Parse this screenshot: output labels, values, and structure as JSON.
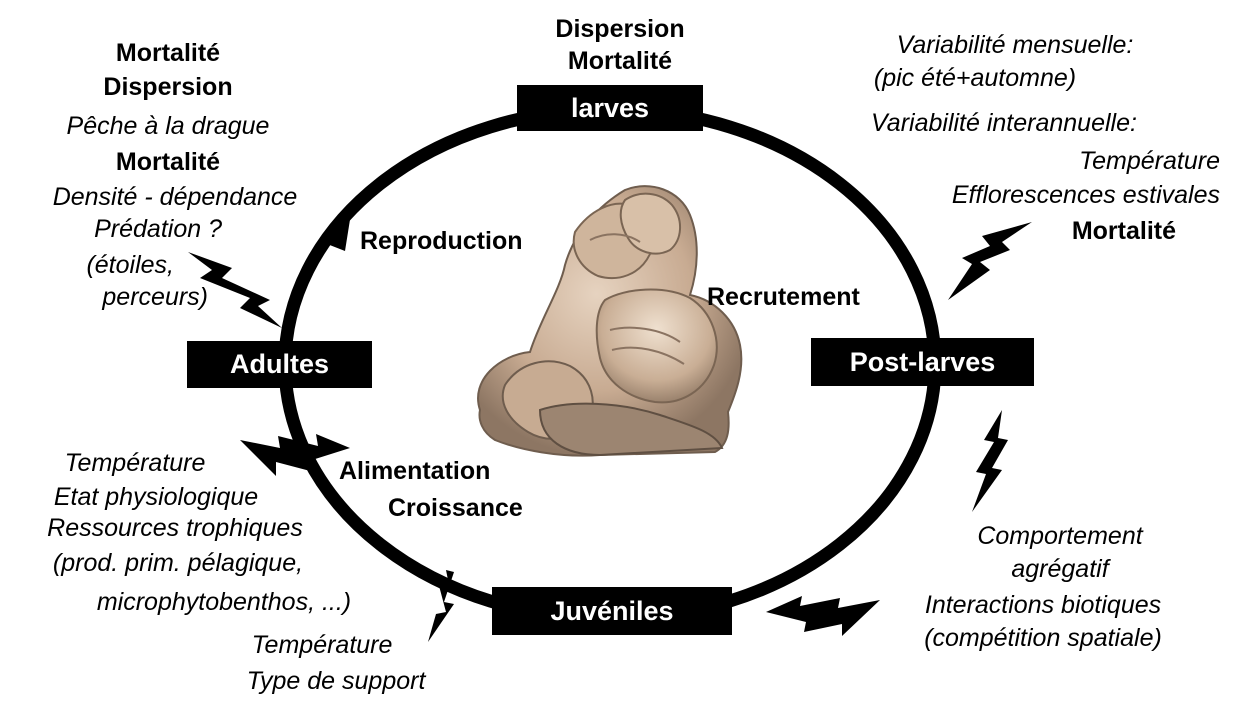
{
  "stages": {
    "larves": "larves",
    "post_larves": "Post-larves",
    "juveniles": "Juvéniles",
    "adultes": "Adultes"
  },
  "processes": {
    "reproduction": "Reproduction",
    "recrutement": "Recrutement",
    "alimentation": "Alimentation",
    "croissance": "Croissance"
  },
  "top_center": [
    "Dispersion",
    "Mortalité"
  ],
  "top_left": {
    "line1": "Mortalité",
    "line2": "Dispersion",
    "line3": "Pêche à la drague",
    "line4": "Mortalité",
    "line5": "Densité - dépendance",
    "line6": "Prédation ?",
    "line7": "(étoiles,",
    "line8": "perceurs)"
  },
  "top_right": {
    "line1": "Variabilité mensuelle:",
    "line2": "(pic été+automne)",
    "line3": "Variabilité interannuelle:",
    "line4": "Température",
    "line5": "Efflorescences estivales",
    "line6": "Mortalité"
  },
  "bottom_left": {
    "line1": "Température",
    "line2": "Etat physiologique",
    "line3": "Ressources trophiques",
    "line4": "(prod. prim. pélagique,",
    "line5": "microphytobenthos, ...)"
  },
  "bottom_center": {
    "line1": "Température",
    "line2": "Type de support"
  },
  "bottom_right": {
    "line1": "Comportement",
    "line2": "agrégatif",
    "line3": "Interactions biotiques",
    "line4": "(compétition spatiale)"
  },
  "colors": {
    "shell_light": "#d9c3ad",
    "shell_mid": "#b99b82",
    "shell_dark": "#7e6a59",
    "ink": "#000000"
  },
  "icons": [
    "lightning-bolt-icon",
    "arrowhead-icon",
    "oyster-cluster-photo"
  ]
}
